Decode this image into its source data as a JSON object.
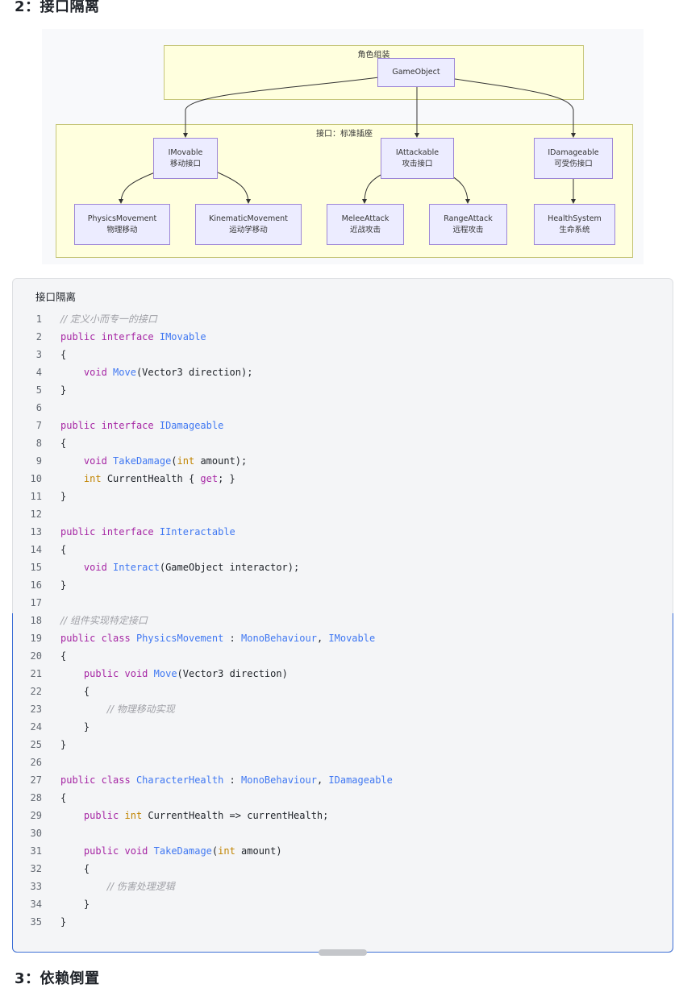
{
  "headings": {
    "top": "2：接口隔离",
    "bottom": "3：依赖倒置"
  },
  "diagram": {
    "clusters": {
      "assembly": "角色组装",
      "interfaces": "接口：标准插座"
    },
    "nodes": {
      "gameobject": [
        "GameObject"
      ],
      "imovable": [
        "IMovable",
        "移动接口"
      ],
      "iattackable": [
        "IAttackable",
        "攻击接口"
      ],
      "idamageable": [
        "IDamageable",
        "可受伤接口"
      ],
      "physics": [
        "PhysicsMovement",
        "物理移动"
      ],
      "kinematic": [
        "KinematicMovement",
        "运动学移动"
      ],
      "melee": [
        "MeleeAttack",
        "近战攻击"
      ],
      "range": [
        "RangeAttack",
        "远程攻击"
      ],
      "health": [
        "HealthSystem",
        "生命系统"
      ]
    },
    "edges": [
      [
        "GameObject",
        "IMovable"
      ],
      [
        "GameObject",
        "IAttackable"
      ],
      [
        "GameObject",
        "IDamageable"
      ],
      [
        "IMovable",
        "PhysicsMovement"
      ],
      [
        "IMovable",
        "KinematicMovement"
      ],
      [
        "IAttackable",
        "MeleeAttack"
      ],
      [
        "IAttackable",
        "RangeAttack"
      ],
      [
        "IDamageable",
        "HealthSystem"
      ]
    ]
  },
  "code": {
    "title": "接口隔离",
    "language": "csharp",
    "lines": [
      [
        [
          "cm",
          "// 定义小而专一的接口"
        ]
      ],
      [
        [
          "kw",
          "public"
        ],
        [
          "",
          " "
        ],
        [
          "kw",
          "interface"
        ],
        [
          "",
          " "
        ],
        [
          "ty",
          "IMovable"
        ]
      ],
      [
        [
          "",
          "{"
        ]
      ],
      [
        [
          "",
          "    "
        ],
        [
          "kw",
          "void"
        ],
        [
          "",
          " "
        ],
        [
          "ty",
          "Move"
        ],
        [
          "",
          "(Vector3 direction);"
        ]
      ],
      [
        [
          "",
          "}"
        ]
      ],
      [],
      [
        [
          "kw",
          "public"
        ],
        [
          "",
          " "
        ],
        [
          "kw",
          "interface"
        ],
        [
          "",
          " "
        ],
        [
          "ty",
          "IDamageable"
        ]
      ],
      [
        [
          "",
          "{"
        ]
      ],
      [
        [
          "",
          "    "
        ],
        [
          "kw",
          "void"
        ],
        [
          "",
          " "
        ],
        [
          "ty",
          "TakeDamage"
        ],
        [
          "",
          "("
        ],
        [
          "tyb",
          "int"
        ],
        [
          "",
          " amount);"
        ]
      ],
      [
        [
          "",
          "    "
        ],
        [
          "tyb",
          "int"
        ],
        [
          "",
          " CurrentHealth { "
        ],
        [
          "kw",
          "get"
        ],
        [
          "",
          "; }"
        ]
      ],
      [
        [
          "",
          "}"
        ]
      ],
      [],
      [
        [
          "kw",
          "public"
        ],
        [
          "",
          " "
        ],
        [
          "kw",
          "interface"
        ],
        [
          "",
          " "
        ],
        [
          "ty",
          "IInteractable"
        ]
      ],
      [
        [
          "",
          "{"
        ]
      ],
      [
        [
          "",
          "    "
        ],
        [
          "kw",
          "void"
        ],
        [
          "",
          " "
        ],
        [
          "ty",
          "Interact"
        ],
        [
          "",
          "(GameObject interactor);"
        ]
      ],
      [
        [
          "",
          "}"
        ]
      ],
      [],
      [
        [
          "cm",
          "// 组件实现特定接口"
        ]
      ],
      [
        [
          "kw",
          "public"
        ],
        [
          "",
          " "
        ],
        [
          "kw",
          "class"
        ],
        [
          "",
          " "
        ],
        [
          "ty",
          "PhysicsMovement"
        ],
        [
          "",
          " : "
        ],
        [
          "ty",
          "MonoBehaviour"
        ],
        [
          "",
          ", "
        ],
        [
          "ty",
          "IMovable"
        ]
      ],
      [
        [
          "",
          "{"
        ]
      ],
      [
        [
          "",
          "    "
        ],
        [
          "kw",
          "public"
        ],
        [
          "",
          " "
        ],
        [
          "kw",
          "void"
        ],
        [
          "",
          " "
        ],
        [
          "ty",
          "Move"
        ],
        [
          "",
          "(Vector3 direction)"
        ]
      ],
      [
        [
          "",
          "    {"
        ]
      ],
      [
        [
          "",
          "        "
        ],
        [
          "cm",
          "// 物理移动实现"
        ]
      ],
      [
        [
          "",
          "    }"
        ]
      ],
      [
        [
          "",
          "}"
        ]
      ],
      [],
      [
        [
          "kw",
          "public"
        ],
        [
          "",
          " "
        ],
        [
          "kw",
          "class"
        ],
        [
          "",
          " "
        ],
        [
          "ty",
          "CharacterHealth"
        ],
        [
          "",
          " : "
        ],
        [
          "ty",
          "MonoBehaviour"
        ],
        [
          "",
          ", "
        ],
        [
          "ty",
          "IDamageable"
        ]
      ],
      [
        [
          "",
          "{"
        ]
      ],
      [
        [
          "",
          "    "
        ],
        [
          "kw",
          "public"
        ],
        [
          "",
          " "
        ],
        [
          "tyb",
          "int"
        ],
        [
          "",
          " CurrentHealth => currentHealth;"
        ]
      ],
      [],
      [
        [
          "",
          "    "
        ],
        [
          "kw",
          "public"
        ],
        [
          "",
          " "
        ],
        [
          "kw",
          "void"
        ],
        [
          "",
          " "
        ],
        [
          "ty",
          "TakeDamage"
        ],
        [
          "",
          "("
        ],
        [
          "tyb",
          "int"
        ],
        [
          "",
          " amount)"
        ]
      ],
      [
        [
          "",
          "    {"
        ]
      ],
      [
        [
          "",
          "        "
        ],
        [
          "cm",
          "// 伤害处理逻辑"
        ]
      ],
      [
        [
          "",
          "    }"
        ]
      ],
      [
        [
          "",
          "}"
        ]
      ]
    ]
  }
}
